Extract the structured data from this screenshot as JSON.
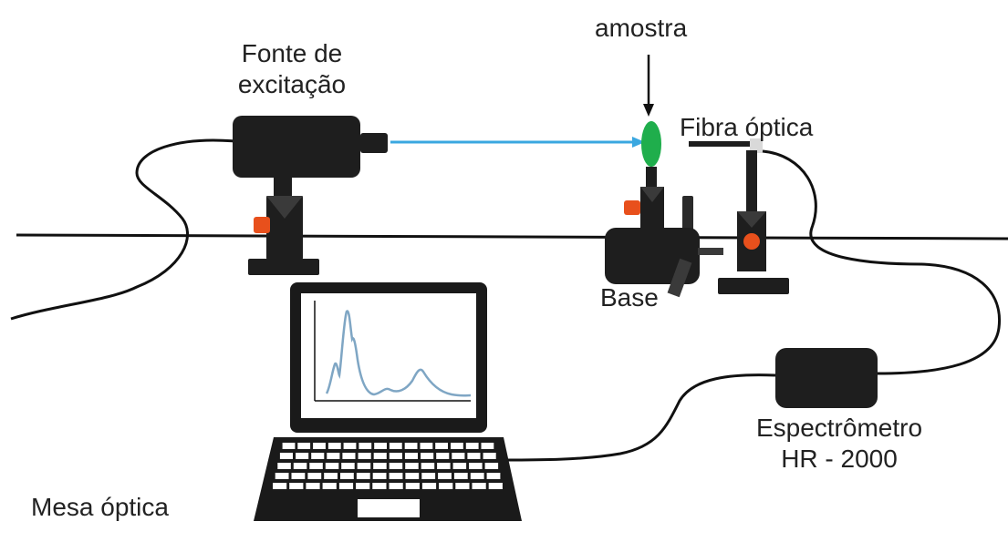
{
  "labels": {
    "source_line1": "Fonte de",
    "source_line2": "excitação",
    "sample": "amostra",
    "fiber": "Fibra óptica",
    "base": "Base",
    "spectrometer_line1": "Espectrômetro",
    "spectrometer_line2": "HR - 2000",
    "table": "Mesa óptica"
  },
  "colors": {
    "device_body": "#1e1e1e",
    "knob": "#e8501c",
    "beam": "#3aa7e0",
    "sample": "#1fae4c",
    "spectrum": "#7fa6c4",
    "cable": "#111111"
  },
  "icons": {
    "laptop": "laptop-icon",
    "source": "laser-source-icon",
    "spectrometer": "spectrometer-icon"
  }
}
